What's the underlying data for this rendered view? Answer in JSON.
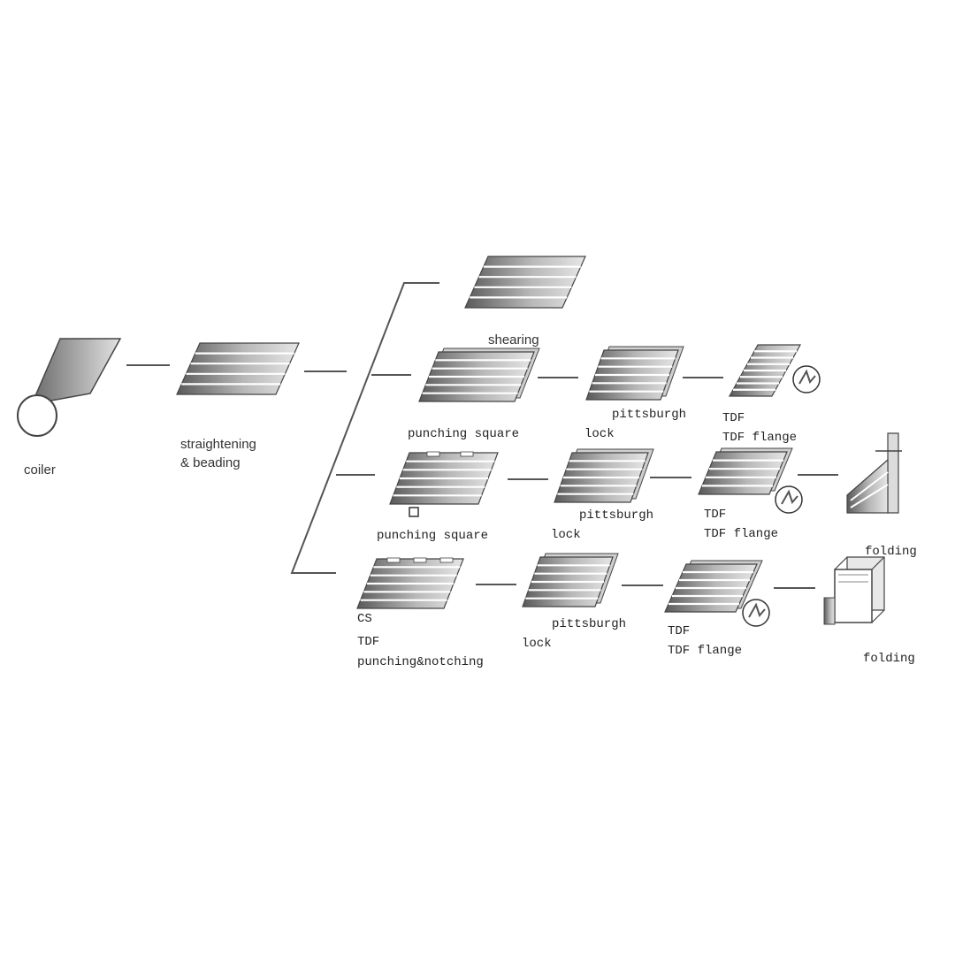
{
  "colors": {
    "sheet_dark": "#5a5a5a",
    "sheet_light": "#e6e6e6",
    "sheet_stripe": "#ffffff",
    "line": "#555555",
    "text": "#333333"
  },
  "labels": {
    "coiler": "coiler",
    "straightening_1": "straightening",
    "straightening_2": "& beading",
    "shearing": "shearing",
    "row1": {
      "punching": "punching square",
      "pittsburgh": "pittsburgh",
      "lock": "lock",
      "tdf": "TDF",
      "tdf_flange": "TDF flange"
    },
    "row2": {
      "punching": "punching square",
      "pittsburgh": "pittsburgh",
      "lock": "lock",
      "tdf": "TDF",
      "tdf_flange": "TDF flange",
      "folding": "folding"
    },
    "row3": {
      "cs": "CS",
      "tdf_top": "TDF",
      "punching": "punching&notching",
      "pittsburgh": "pittsburgh",
      "lock": "lock",
      "tdf": "TDF",
      "tdf_flange": "TDF flange",
      "folding": "folding"
    }
  }
}
